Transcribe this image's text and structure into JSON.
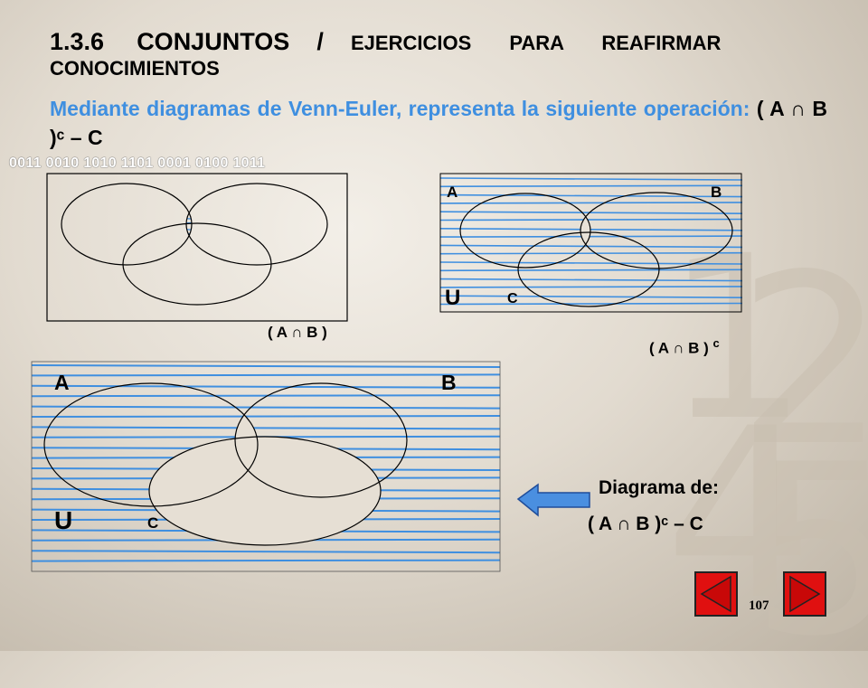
{
  "title": {
    "number": "1.3.6",
    "main": "CONJUNTOS",
    "slash": "/",
    "rest": "EJERCICIOS PARA REAFIRMAR CONOCIMIENTOS"
  },
  "subtitle": {
    "text": "Mediante diagramas de Venn-Euler, representa la siguiente operación:",
    "operation": "( A ∩ B )ᶜ – C"
  },
  "binary_strip": "0011 0010 1010 1101 0001 0100 1011",
  "diagram1": {
    "caption": "( A ∩ B )"
  },
  "diagram2": {
    "label_a": "A",
    "label_b": "B",
    "label_u": "U",
    "label_c": "C",
    "caption": "( A ∩ B )",
    "caption_sup": "c"
  },
  "diagram3": {
    "label_a": "A",
    "label_b": "B",
    "label_u": "U",
    "label_c": "C"
  },
  "result": {
    "line1": "Diagrama de:",
    "line2": "( A ∩ B )ᶜ – C"
  },
  "page_number": "107",
  "colors": {
    "hatch": "#3f8fe0",
    "accent_red": "#e01010",
    "arrow": "#4a8fe0"
  }
}
